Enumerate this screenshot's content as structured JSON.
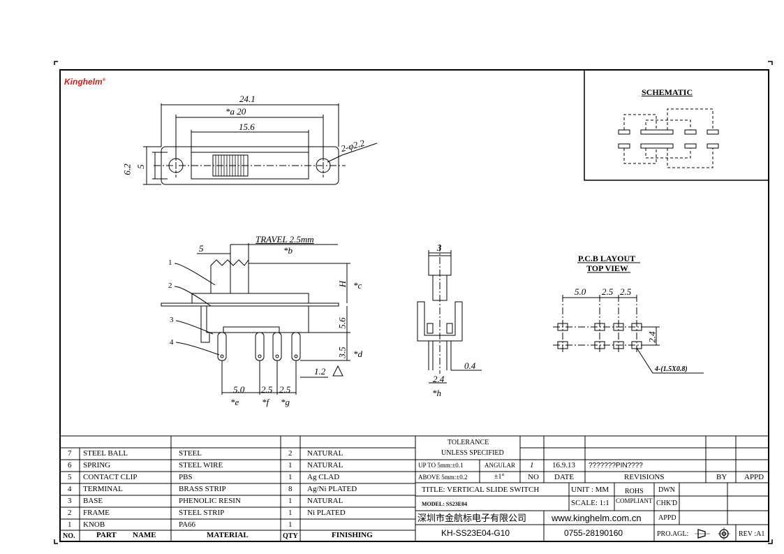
{
  "brand": {
    "logo": "Kinghelm",
    "logo_mark": "®"
  },
  "schematic": {
    "title": "SCHEMATIC"
  },
  "top_view": {
    "dim_overall": "24.1",
    "dim_a": "*a 20",
    "dim_inner": "15.6",
    "dim_height_outer": "6.2",
    "dim_height_inner": "5",
    "dim_hole": "2-φ2.2"
  },
  "side_view": {
    "travel": "TRAVEL 2.5mm",
    "dim_5": "5",
    "dim_b": "*b",
    "dim_H": "H",
    "dim_c": "*c",
    "dim_56": "5.6",
    "dim_35": "3.5",
    "dim_d": "*d",
    "dim_12": "1.2",
    "dim_50": "5.0",
    "dim_25a": "2.5",
    "dim_25b": "2.5",
    "dim_e": "*e",
    "dim_f": "*f",
    "dim_g": "*g",
    "callouts": [
      "1",
      "2",
      "3",
      "4"
    ]
  },
  "end_view": {
    "dim_3": "3",
    "dim_04": "0.4",
    "dim_24": "2.4",
    "dim_h": "*h"
  },
  "pcb": {
    "title": "P.C.B LAYOUT",
    "subtitle": "TOP VIEW",
    "dim_50": "5.0",
    "dim_25a": "2.5",
    "dim_25b": "2.5",
    "dim_24": "2.4",
    "slot_note": "4-(1.5X0.8)"
  },
  "bom": {
    "headers": [
      "NO.",
      "PART",
      "NAME",
      "MATERIAL",
      "QTY",
      "FINISHING"
    ],
    "rows": [
      {
        "no": "7",
        "part": "STEEL BALL",
        "material": "STEEL",
        "qty": "2",
        "finishing": "NATURAL"
      },
      {
        "no": "6",
        "part": "SPRING",
        "material": "STEEL WIRE",
        "qty": "1",
        "finishing": "NATURAL"
      },
      {
        "no": "5",
        "part": "CONTACT CLIP",
        "material": "PBS",
        "qty": "1",
        "finishing": "Ag CLAD"
      },
      {
        "no": "4",
        "part": "TERMINAL",
        "material": "BRASS STRIP",
        "qty": "8",
        "finishing": "Ag/Ni PLATED"
      },
      {
        "no": "3",
        "part": "BASE",
        "material": "PHENOLIC RESIN",
        "qty": "1",
        "finishing": "NATURAL"
      },
      {
        "no": "2",
        "part": "FRAME",
        "material": "STEEL STRIP",
        "qty": "1",
        "finishing": "Ni PLATED"
      },
      {
        "no": "1",
        "part": "KNOB",
        "material": "PA66",
        "qty": "1",
        "finishing": ""
      }
    ]
  },
  "title_block": {
    "tolerance": "TOLERANCE",
    "unless": "UNLESS SPECIFIED",
    "upto": "UP TO 5mm:±0.1",
    "angular": "ANGULAR",
    "above": "ABOVE 5mm:±0.2",
    "angular_val": "±1°",
    "rev_no": "1",
    "rev_date": "16.9.13",
    "rev_text": "???????PIN????",
    "col_no": "NO",
    "col_date": "DATE",
    "col_revisions": "REVISIONS",
    "col_by": "BY",
    "col_appd": "APPD",
    "title": "TITLE: VERTICAL SLIDE SWITCH",
    "unit": "UNIT : MM",
    "rohs": "ROHS",
    "compliant": "COMPLIANT",
    "dwn": "DWN",
    "model": "MODEL: SS23E04",
    "scale": "SCALE: 1:1",
    "chkd": "CHK'D",
    "company": "深圳市金航标电子有限公司",
    "website": "www.kinghelm.com.cn",
    "appd": "APPD",
    "part_no": "KH-SS23E04-G10",
    "phone": "0755-28190160",
    "proagl": "PRO.AGL:",
    "rev": "REV :A1"
  },
  "colors": {
    "logo": "#c8201a",
    "line": "#000000"
  }
}
